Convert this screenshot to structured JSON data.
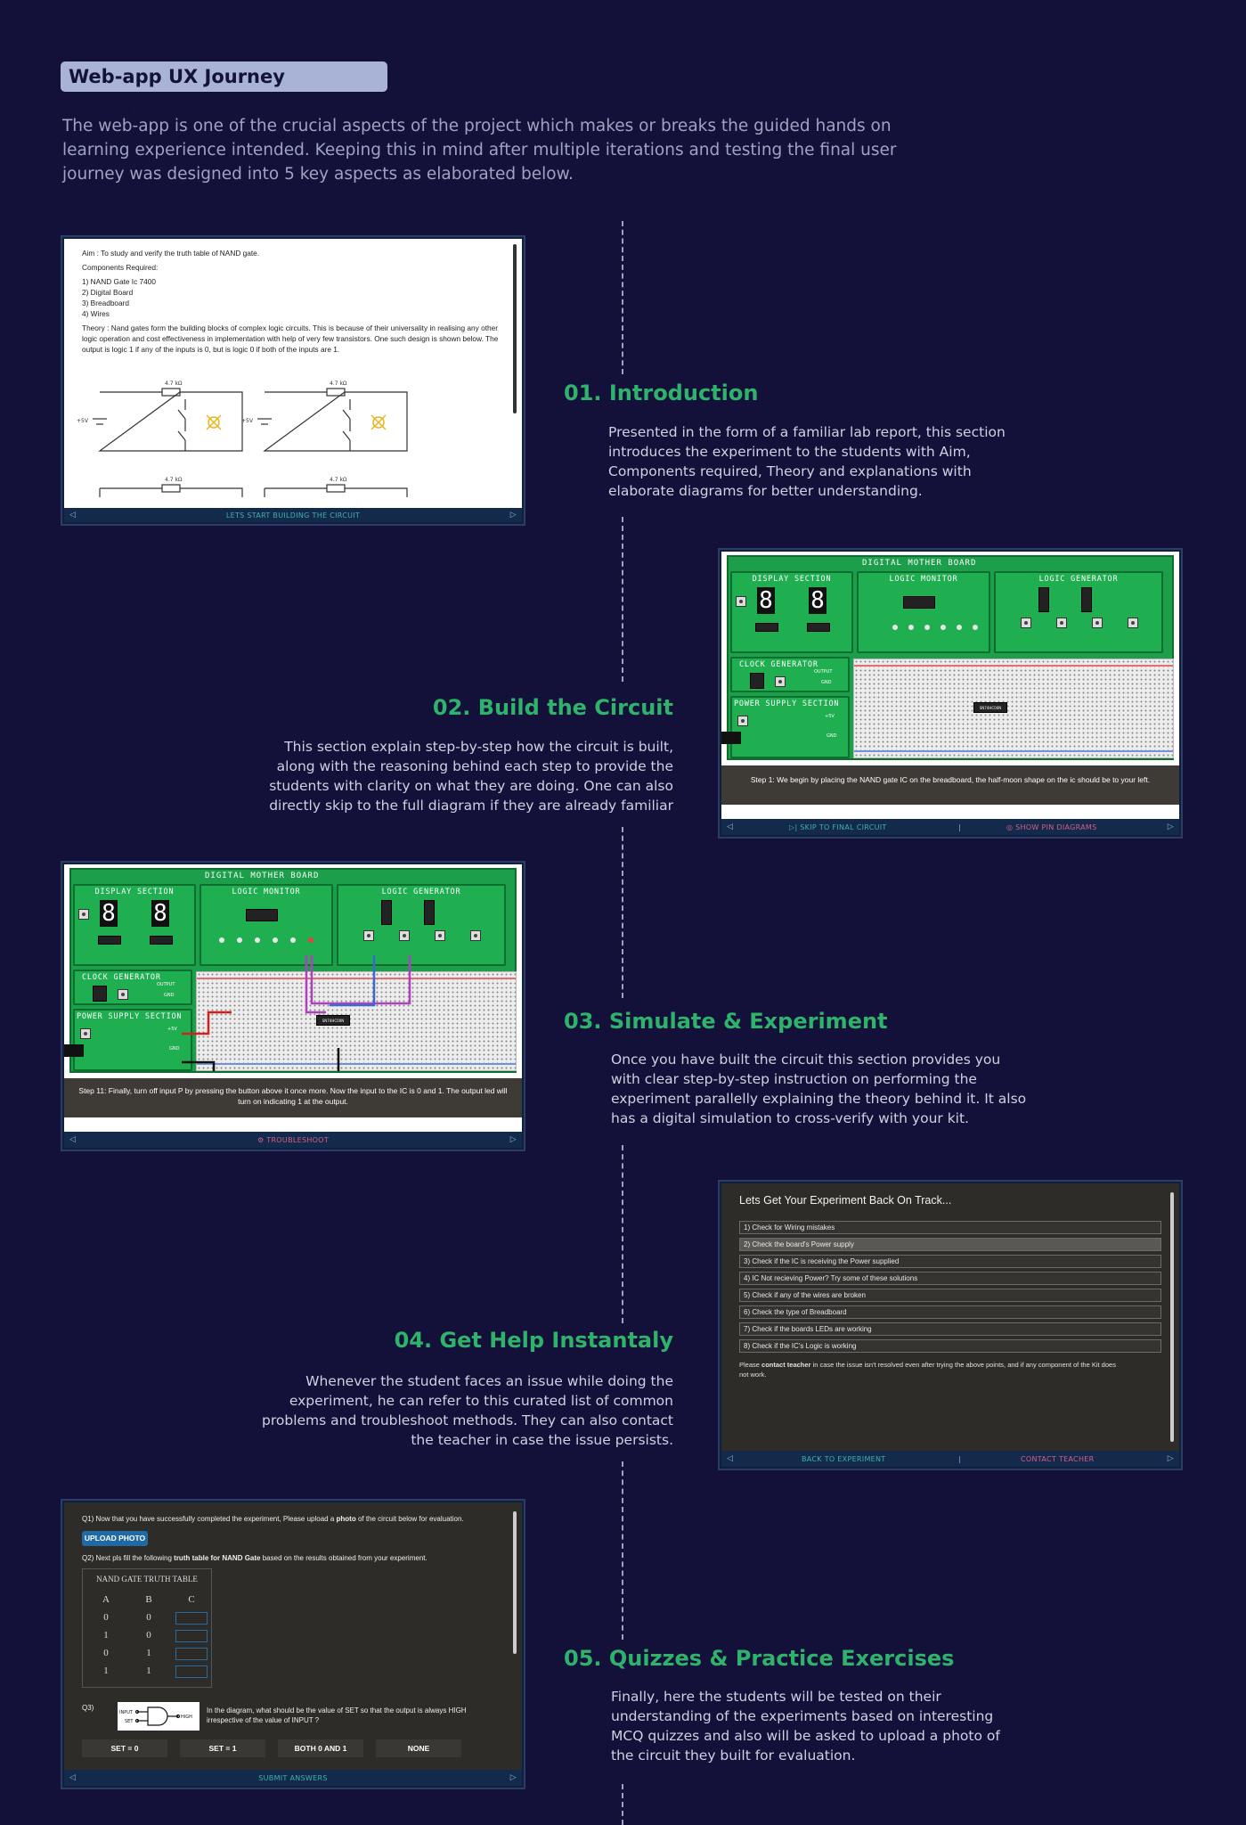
{
  "header": {
    "title": "Web-app UX Journey Overview",
    "description": "The web-app is one of the crucial aspects of the project which makes or breaks the guided hands on learning experience intended. Keeping this in mind after multiple iterations and testing the final user journey was designed into 5 key aspects as elaborated below."
  },
  "sections": {
    "s1": {
      "title": "01. Introduction",
      "body": "Presented in the form of a familiar lab report, this section introduces the experiment to the students with Aim, Components required, Theory and explanations with elaborate diagrams for better understanding."
    },
    "s2": {
      "title": "02. Build the Circuit",
      "body": "This section explain step-by-step how the circuit is built, along with the reasoning behind each step to provide the students with clarity on what they are doing.  One can also directly skip to the full diagram if they are already familiar"
    },
    "s3": {
      "title": "03. Simulate & Experiment",
      "body": "Once you have built the circuit this section provides you with clear step-by-step instruction on performing the experiment parallelly explaining the theory behind it. It also has a digital simulation to cross-verify with your kit."
    },
    "s4": {
      "title": "04. Get Help Instantaly",
      "body": "Whenever the student faces an issue while doing the experiment, he can refer to this curated list of common problems and troubleshoot methods. They can also contact the teacher in case the issue persists."
    },
    "s5": {
      "title": "05. Quizzes & Practice Exercises",
      "body": "Finally, here the students will be tested on their understanding of the experiments based on interesting MCQ quizzes and also will be asked to upload a photo of the circuit they built for evaluation."
    }
  },
  "panel1": {
    "aim": "Aim : To study and verify the truth table of NAND gate.",
    "components_label": "Components Required:",
    "components": [
      "1) NAND Gate Ic 7400",
      "2) Digital Board",
      "3) Breadboard",
      "4) Wires"
    ],
    "theory": "Theory : Nand gates form the building blocks of complex logic circuits. This is because of their universality in realising any other logic operation and cost effectiveness in implementation with help of very few transistors. One such design is shown below. The output is logic 1 if any of the inputs is 0, but is logic 0 if both of the inputs are 1.",
    "resistor_label": "4.7 kΩ",
    "source_label": "+5V",
    "bar_label": "LETS START BUILDING THE CIRCUIT",
    "prev": "◁",
    "next": "▷"
  },
  "board": {
    "title": "DIGITAL MOTHER BOARD",
    "display": "DISPLAY SECTION",
    "monitor": "LOGIC MONITOR",
    "generator": "LOGIC GENERATOR",
    "clock": "CLOCK GENERATOR",
    "power": "POWER SUPPLY SECTION",
    "digit": "8",
    "ic_label": "SN74HC00N",
    "plus5v": "+5V",
    "gnd": "GND",
    "output": "OUTPUT"
  },
  "panel2": {
    "caption": "Step 1: We begin by placing the NAND gate IC on the breadboard, the half-moon shape on the ic should be to your left.",
    "skip": "SKIP TO FINAL CIRCUIT",
    "pins": "SHOW PIN DIAGRAMS"
  },
  "panel3": {
    "caption": "Step 11: Finally, turn off input P by pressing the button above it once more. Now the input to the IC is 0 and 1. The output led will turn on indicating 1 at the output.",
    "troubleshoot": "TROUBLESHOOT"
  },
  "panel4": {
    "title": "Lets Get Your Experiment Back On Track...",
    "items": [
      "1) Check for Wiring mistakes",
      "2) Check the board's Power supply",
      "3) Check if the IC is receiving the Power supplied",
      "4) IC Not recieving Power? Try some of these solutions",
      "5) Check if any of the wires are broken",
      "6) Check the type of Breadboard",
      "7) Check if the boards LEDs are working",
      "8) Check if the IC's Logic is working"
    ],
    "note_pre": "Please ",
    "note_bold": "contact teacher",
    "note_post": " in case the issue isn't resolved even after trying the above points, and if any component of the Kit does not work.",
    "back": "BACK TO EXPERIMENT",
    "contact": "CONTACT TEACHER"
  },
  "panel5": {
    "q1_pre": "Q1) Now that you have successfully completed the experiment, Please upload a ",
    "q1_bold": "photo",
    "q1_post": " of the circuit below for evaluation.",
    "upload": "UPLOAD PHOTO",
    "q2_pre": "Q2) Next pls fill the following ",
    "q2_bold": "truth table for NAND Gate",
    "q2_post": " based on the results obtained from your experiment.",
    "table_title": "NAND GATE TRUTH TABLE",
    "headers": [
      "A",
      "B",
      "C"
    ],
    "rows": [
      [
        "0",
        "0"
      ],
      [
        "1",
        "0"
      ],
      [
        "0",
        "1"
      ],
      [
        "1",
        "1"
      ]
    ],
    "q3_label": "Q3)",
    "q3_text": "In the diagram, what should be the value of SET so that the output is always HIGH irrespective of the value of INPUT ?",
    "gate_input": "INPUT",
    "gate_set": "SET",
    "gate_high": "HIGH",
    "options": [
      "SET = 0",
      "SET = 1",
      "BOTH 0 AND 1",
      "NONE"
    ],
    "submit": "SUBMIT ANSWERS"
  }
}
